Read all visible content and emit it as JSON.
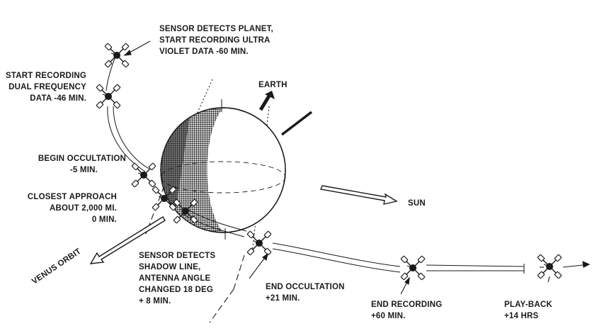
{
  "labels": {
    "sensor_detects_planet": [
      "SENSOR DETECTS PLANET,",
      "START RECORDING ULTRA",
      "VIOLET DATA    -60 MIN."
    ],
    "start_recording_dual": [
      "START RECORDING",
      "DUAL FREQUENCY",
      "DATA   -46 MIN."
    ],
    "begin_occultation": [
      "BEGIN OCCULTATION",
      "-5 MIN."
    ],
    "closest_approach": [
      "CLOSEST APPROACH",
      "ABOUT 2,000 MI.",
      "0 MIN."
    ],
    "sensor_detects_shadow": [
      "SENSOR DETECTS",
      "SHADOW LINE,",
      "ANTENNA ANGLE",
      "CHANGED 18 DEG",
      "+ 8 MIN."
    ],
    "end_occultation": [
      "END OCCULTATION",
      "+21 MIN."
    ],
    "end_recording": [
      "END RECORDING",
      "+60 MIN."
    ],
    "play_back": [
      "PLAY-BACK",
      "+14 HRS"
    ],
    "earth": "EARTH",
    "sun": "SUN",
    "venus_orbit": "VENUS ORBIT"
  },
  "colors": {
    "ink": "#1a1a1a",
    "paper": "#ffffff",
    "shade": "#3a3a3a"
  }
}
